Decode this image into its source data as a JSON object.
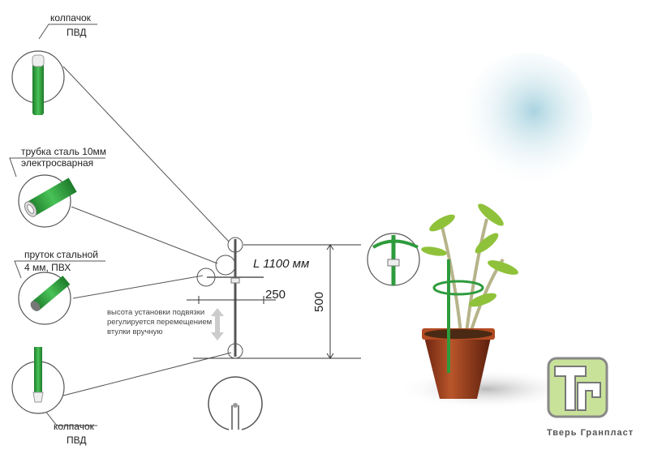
{
  "callouts": {
    "cap_top": {
      "line1": "колпачок",
      "line2": "ПВД"
    },
    "tube": {
      "line1": "трубка сталь 10мм",
      "line2": "электросварная"
    },
    "rod": {
      "line1": "пруток стальной",
      "line2": "4 мм, ПВХ"
    },
    "cap_bottom": {
      "line1": "колпачок",
      "line2": "ПВД"
    }
  },
  "dimensions": {
    "length": "L 1100 мм",
    "width": "250",
    "height": "500"
  },
  "note": {
    "line1": "высота установки подвязки",
    "line2": "регулируется перемещением",
    "line3": "втулки вручную"
  },
  "logo": {
    "letters": "ТГ",
    "company": "Тверь Гранпласт"
  },
  "colors": {
    "green": "#2e9b3c",
    "logo_green": "#c9e29a",
    "pot": "#a0401f",
    "sky": "#a9d3e0"
  }
}
